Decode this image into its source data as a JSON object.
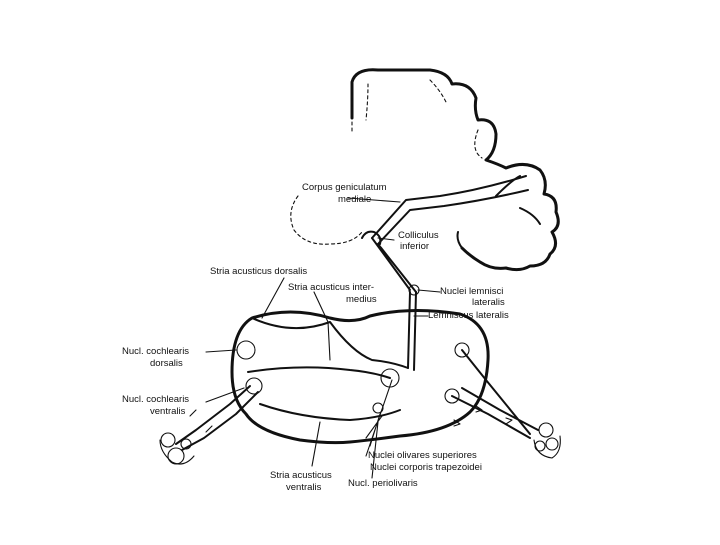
{
  "labels": {
    "corpus_geniculatum_1": "Corpus geniculatum",
    "corpus_geniculatum_2": "mediale",
    "colliculus_1": "Colliculus",
    "colliculus_2": "inferior",
    "stria_dorsalis": "Stria acusticus dorsalis",
    "stria_intermedius_1": "Stria acusticus inter-",
    "stria_intermedius_2": "medius",
    "nuclei_lemnisci_1": "Nuclei lemnisci",
    "nuclei_lemnisci_2": "lateralis",
    "lemniscus_lateralis": "Lemniscus lateralis",
    "cochlearis_dorsalis_1": "Nucl. cochlearis",
    "cochlearis_dorsalis_2": "dorsalis",
    "cochlearis_ventralis_1": "Nucl. cochlearis",
    "cochlearis_ventralis_2": "ventralis",
    "olivares_superiores": "Nuclei olivares superiores",
    "corporis_trapezoidei": "Nuclei corporis trapezoidei",
    "periolivaris": "Nucl. periolivaris",
    "stria_ventralis_1": "Stria acusticus",
    "stria_ventralis_2": "ventralis"
  }
}
